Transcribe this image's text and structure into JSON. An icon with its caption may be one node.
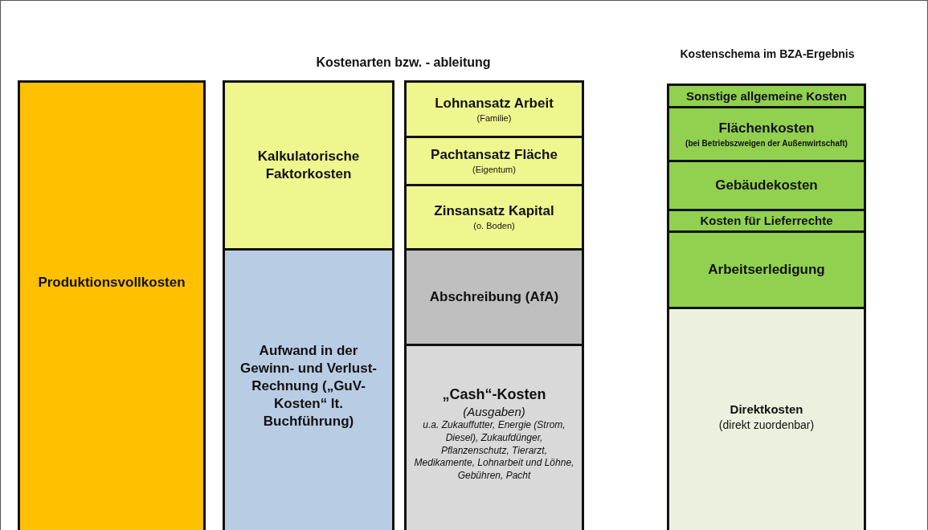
{
  "diagram": {
    "nodes": [
      {
        "text": [
          "Produktionsvollkosten"
        ]
      },
      {
        "text": [
          "Kalkulatorische Faktorkosten"
        ]
      },
      {
        "text": [
          "Aufwand in der Gewinn- und Verlust-Rechnung („GuV-Kosten“ lt. Buchführung)"
        ]
      },
      {
        "text": [
          "Lohnansatz Arbeit",
          "(Familie)"
        ]
      },
      {
        "text": [
          "Pachtansatz Fläche",
          "(Eigentum)"
        ]
      },
      {
        "text": [
          "Zinsansatz Kapital",
          "(o. Boden)"
        ]
      },
      {
        "text": [
          "Abschreibung (AfA)"
        ]
      },
      {
        "text": [
          "„Cash“-Kosten",
          "(Ausgaben)",
          "u.a. Zukauffutter, Energie (Strom, Diesel), Zukaufdünger, Pflanzenschutz, Tierarzt, Medikamente, Lohnarbeit und Löhne, Gebühren, Pacht"
        ]
      },
      {
        "text": [
          "Sonstige allgemeine Kosten"
        ]
      },
      {
        "text": [
          "Flächenkosten",
          "(bei Betriebszweigen der Außenwirtschaft)"
        ]
      },
      {
        "text": [
          "Gebäudekosten"
        ]
      },
      {
        "text": [
          "Kosten für Lieferrechte"
        ]
      },
      {
        "text": [
          "Arbeitserledigung"
        ]
      },
      {
        "text": [
          "Direktkosten",
          "(direkt zuordenbar)"
        ]
      }
    ],
    "labels": [
      "Kostenarten bzw. - ableitung",
      "Kostenschema im BZA-Ergebnis"
    ]
  }
}
